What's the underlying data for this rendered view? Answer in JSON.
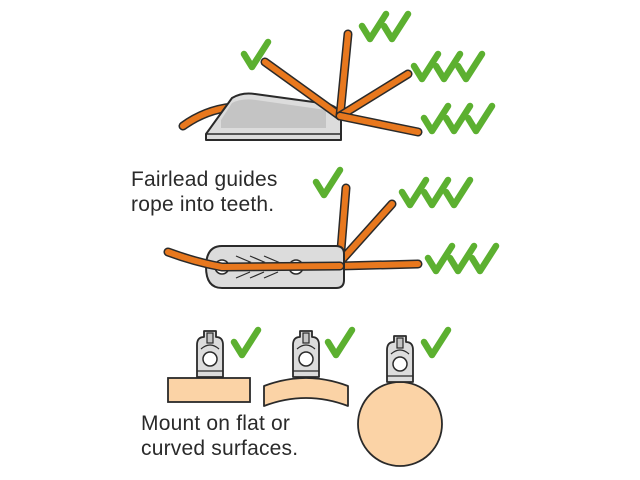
{
  "captions": {
    "fairlead": [
      "Fairlead guides",
      "rope into teeth."
    ],
    "mount": [
      "Mount on flat or",
      "curved surfaces."
    ]
  },
  "colors": {
    "rope": "#e8781e",
    "rope_outline": "#2a2a2a",
    "check": "#5cb030",
    "cleat_fill": "#dcdcdc",
    "cleat_shade": "#c4c4c4",
    "surface": "#fbd3a6",
    "outline": "#2a2a2a"
  },
  "icons": {
    "check": "check-icon",
    "cleat": "cleat-icon",
    "rope": "rope-icon"
  },
  "groups": [
    {
      "id": "side-view",
      "ropes": [
        {
          "angle": "high-left",
          "checks": 1
        },
        {
          "angle": "vertical",
          "checks": 2
        },
        {
          "angle": "mid",
          "checks": 3
        },
        {
          "angle": "low",
          "checks": 3
        }
      ]
    },
    {
      "id": "fairlead-view",
      "ropes": [
        {
          "angle": "vertical",
          "checks": 1
        },
        {
          "angle": "mid",
          "checks": 3
        },
        {
          "angle": "low",
          "checks": 3
        }
      ]
    },
    {
      "id": "mount-view",
      "surfaces": [
        {
          "shape": "flat",
          "checks": 1
        },
        {
          "shape": "curved",
          "checks": 1
        },
        {
          "shape": "round",
          "checks": 1
        }
      ]
    }
  ]
}
